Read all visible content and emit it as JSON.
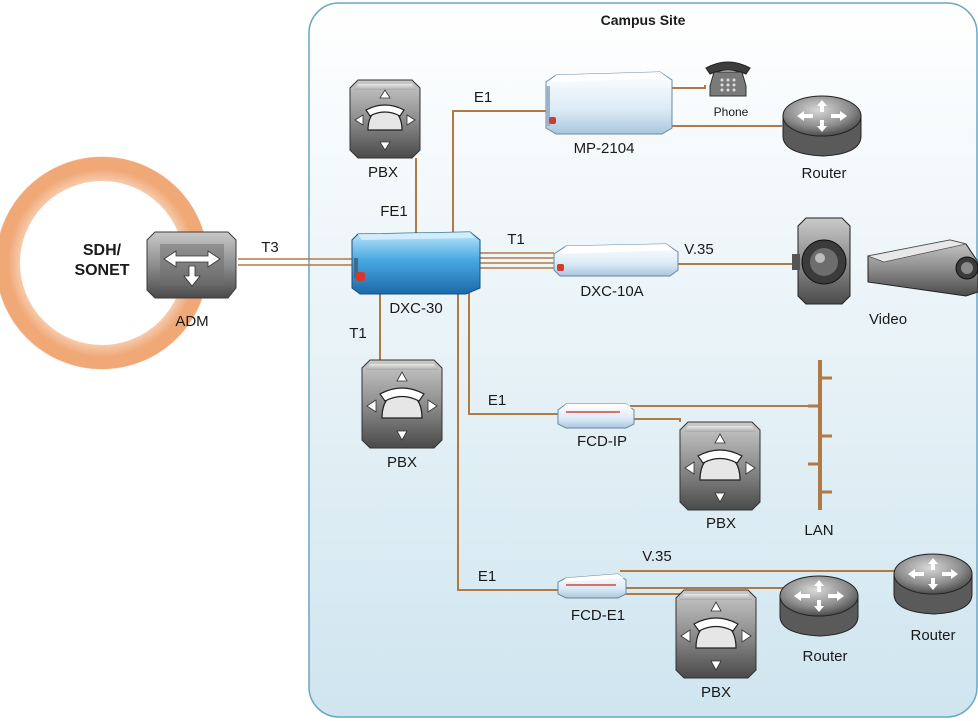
{
  "site": {
    "title": "Campus Site"
  },
  "ring": {
    "label_line1": "SDH/",
    "label_line2": "SONET"
  },
  "devices": {
    "adm": "ADM",
    "dxc30": "DXC-30",
    "pbx_top": "PBX",
    "pbx_mid": "PBX",
    "pbx_fcdip": "PBX",
    "pbx_fcde1": "PBX",
    "mp2104": "MP-2104",
    "phone": "Phone",
    "router_top": "Router",
    "dxc10a": "DXC-10A",
    "video": "Video",
    "fcdip": "FCD-IP",
    "lan": "LAN",
    "fcde1": "FCD-E1",
    "router_fcde1": "Router",
    "router_far": "Router"
  },
  "links": {
    "t3": "T3",
    "fe1": "FE1",
    "e1_mp": "E1",
    "t1_dxc10a": "T1",
    "v35_video": "V.35",
    "t1_pbx": "T1",
    "e1_fcdip": "E1",
    "e1_fcde1": "E1",
    "v35_router": "V.35"
  },
  "colors": {
    "site_fill": "#dcedf4",
    "site_stroke": "#6aa6bf",
    "link": "#b07a45",
    "ring": "#f2b58a",
    "dxc_blue": "#3f9bd6",
    "accent_red": "#d33a2f"
  },
  "icons": {
    "pbx": "pbx-icon",
    "adm": "adm-icon",
    "router": "router-icon",
    "phone": "phone-icon",
    "camera": "camera-icon",
    "projector": "projector-icon"
  }
}
